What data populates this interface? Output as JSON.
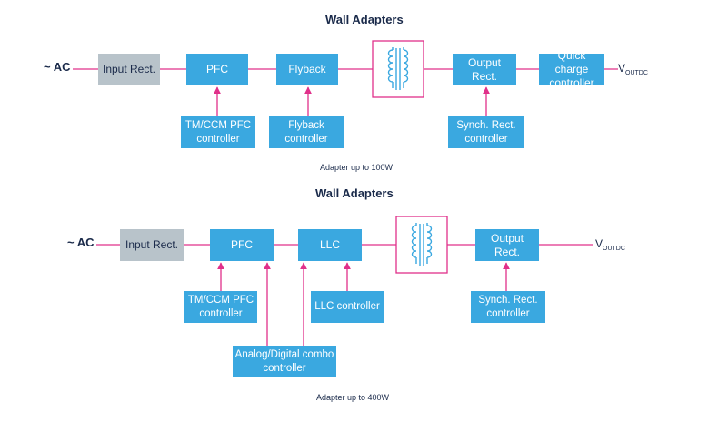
{
  "top": {
    "title": "Wall Adapters",
    "caption": "Adapter up to 100W",
    "ac": "~ AC",
    "vout_main": "V",
    "vout_sub": "OUTDC",
    "blocks": {
      "input_rect": "Input Rect.",
      "pfc": "PFC",
      "flyback": "Flyback",
      "output_rect": "Output Rect.",
      "quick_charge": "Quick charge controller",
      "pfc_controller": "TM/CCM PFC controller",
      "flyback_controller": "Flyback controller",
      "synch_rect": "Synch. Rect. controller"
    }
  },
  "bottom": {
    "title": "Wall Adapters",
    "caption": "Adapter up to 400W",
    "ac": "~ AC",
    "vout_main": "V",
    "vout_sub": "OUTDC",
    "blocks": {
      "input_rect": "Input Rect.",
      "pfc": "PFC",
      "llc": "LLC",
      "output_rect": "Output Rect.",
      "pfc_controller": "TM/CCM PFC controller",
      "llc_controller": "LLC controller",
      "combo_controller": "Analog/Digital combo controller",
      "synch_rect": "Synch. Rect. controller"
    }
  },
  "colors": {
    "block": "#3aa8e0",
    "input_block": "#b8c3ca",
    "wire": "#e0308a",
    "text": "#1a2a4a"
  },
  "icons": [
    "transformer-icon",
    "arrow-head-icon"
  ]
}
